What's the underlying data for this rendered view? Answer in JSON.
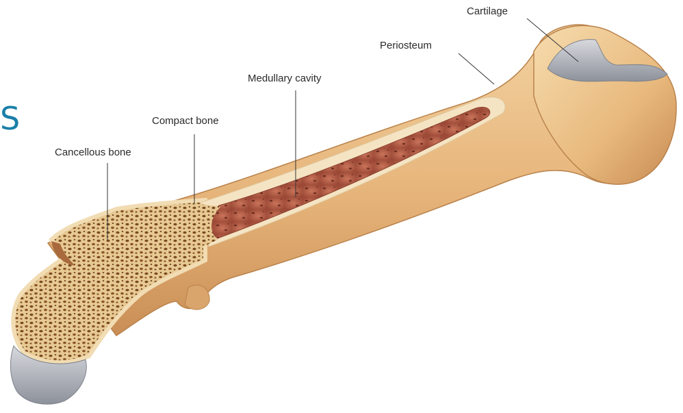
{
  "diagram": {
    "labels": {
      "cartilage": "Cartilage",
      "periosteum": "Periosteum",
      "medullary_cavity": "Medullary cavity",
      "compact_bone": "Compact bone",
      "cancellous_bone": "Cancellous bone"
    },
    "edge_glyph": "S"
  },
  "colors": {
    "bone": "#e8b97d",
    "bone_shadow": "#c98e55",
    "cartilage": "#a7aab2",
    "medullary": "#b6604a",
    "cancellous": "#c99a5e",
    "compact_rim": "#f5e4c3",
    "leader": "#333333",
    "edge_glyph": "#1a7fa8"
  }
}
